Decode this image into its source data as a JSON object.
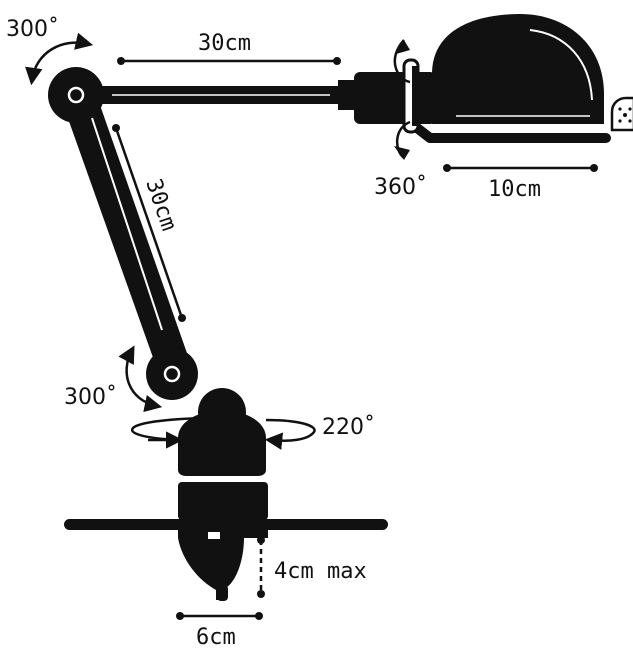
{
  "colors": {
    "ink": "#111111",
    "paper": "#ffffff"
  },
  "icons": [
    "rotation-arrow-icon",
    "thumbscrew-icon"
  ],
  "labels": {
    "top_joint_angle": "300˚",
    "top_arm_length": "30cm",
    "lower_arm_length": "30cm",
    "shade_rotation": "360˚",
    "shade_length": "10cm",
    "lower_joint_angle": "300˚",
    "base_rotation": "220˚",
    "clamp_opening": "4cm max",
    "clamp_width": "6cm"
  }
}
